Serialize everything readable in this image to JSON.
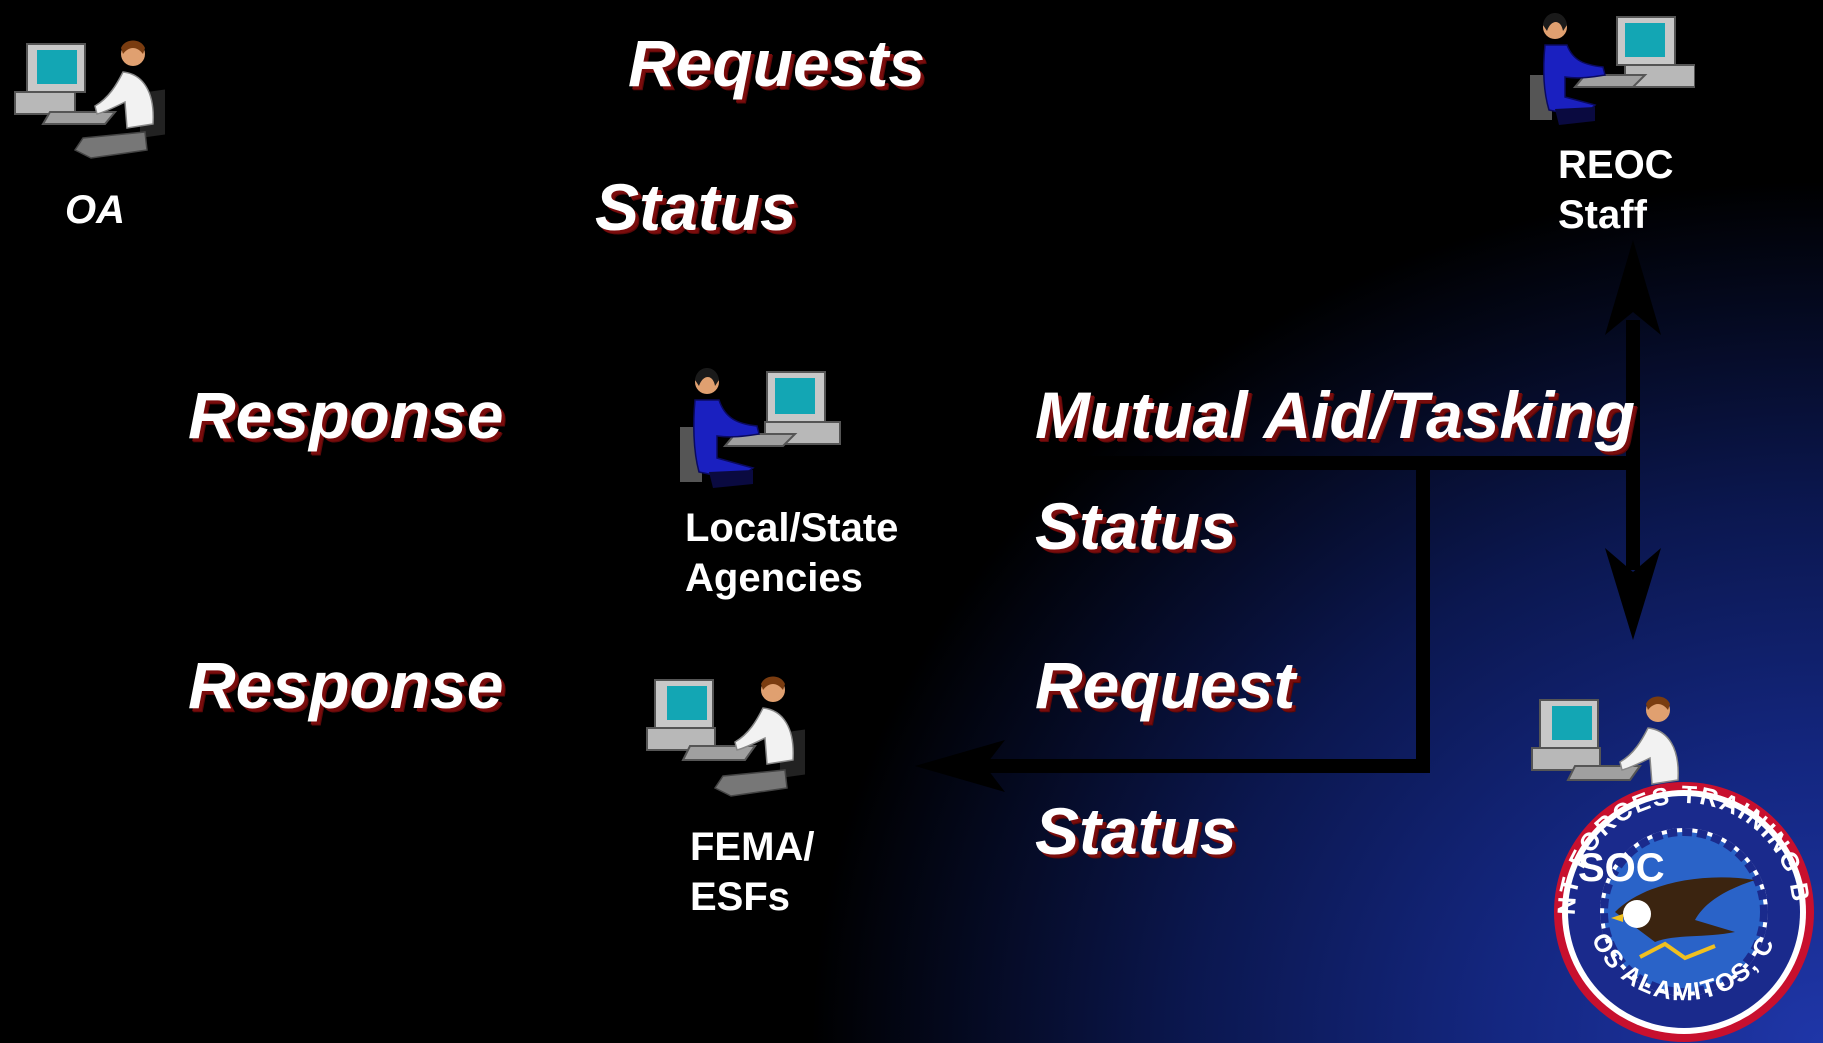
{
  "arrows": {
    "top_upper": "Requests",
    "top_lower": "Status",
    "mid_left": "Response",
    "mid_right_upper": "Mutual Aid/Tasking",
    "mid_right_lower": "Status",
    "low_left": "Response",
    "low_right_upper": "Request",
    "low_right_lower": "Status"
  },
  "nodes": {
    "oa": "OA",
    "reoc": [
      "REOC",
      "Staff"
    ],
    "local": [
      "Local/State",
      "Agencies"
    ],
    "fema": [
      "FEMA/",
      "ESFs"
    ],
    "soc": "SOC"
  },
  "seal": {
    "text_top": "JOINT FORCES TRAINING BASE",
    "text_bottom": "LOS ALAMITOS, CA"
  },
  "colors": {
    "label": "#ffffff",
    "label_shadow": "#7a0c0c",
    "arrow": "#000000",
    "background_corner": "#1f36a8"
  }
}
